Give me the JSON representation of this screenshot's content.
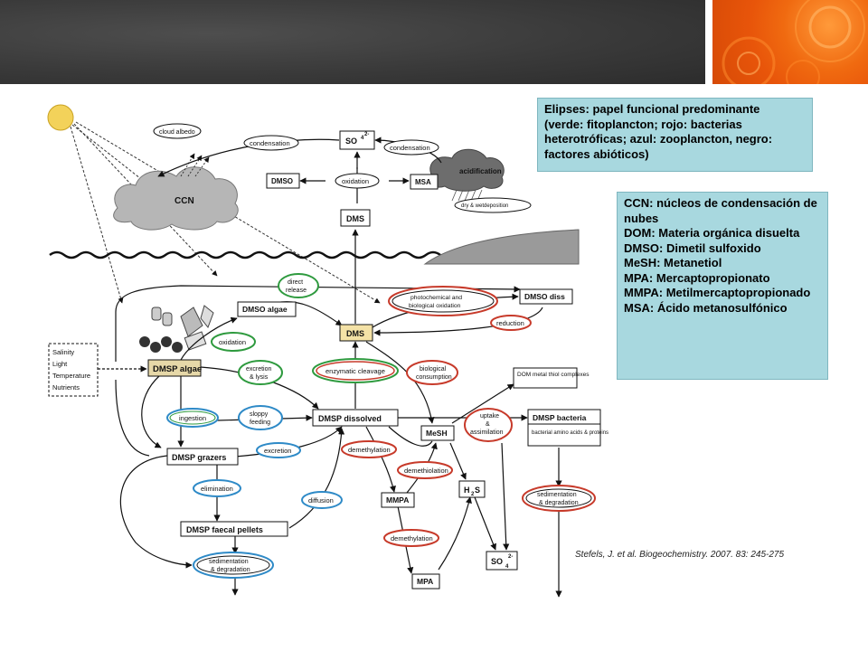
{
  "legend1": {
    "text": "Elipses: papel funcional predominante\n(verde: fitoplancton; rojo: bacterias heterotróficas; azul: zooplancton, negro: factores abióticos)"
  },
  "legend2": {
    "lines": [
      "CCN: núcleos de condensación de nubes",
      "DOM: Materia orgánica disuelta",
      "DMSO: Dimetil sulfoxido",
      "MeSH: Metanetiol",
      "MPA: Mercaptopropionato",
      "MMPA: Metilmercaptopropionado",
      "MSA: Ácido metanosulfónico"
    ]
  },
  "citation": "Stefels, J. et al. Biogeochemistry. 2007. 83: 245-275",
  "diagram": {
    "boxes": {
      "so4_top": "SO",
      "dmso_atm": "DMSO",
      "msa": "MSA",
      "dms_atm": "DMS",
      "dmso_algae": "DMSO algae",
      "dms_water": "DMS",
      "dmso_diss": "DMSO diss",
      "dmsp_algae": "DMSP algae",
      "dmsp_dissolved": "DMSP dissolved",
      "dom_metal": "DOM metal thiol complexes",
      "mesh": "MeSH",
      "dmsp_bacteria": "DMSP bacteria",
      "bacterial_amino": "bacterial amino acids & proteins",
      "dmsp_grazers": "DMSP grazers",
      "mmpa": "MMPA",
      "h2s": "H",
      "dmsp_faecal": "DMSP faecal pellets",
      "mpa": "MPA",
      "so4_bottom": "SO"
    },
    "ellipses": {
      "cloud_albedo": "cloud albedo",
      "condensation_left": "condensation",
      "condensation_right": "condensation",
      "oxidation_atm": "oxidation",
      "acidification": "acidification",
      "dry_wet": "dry & wetdeposition",
      "direct_release": "direct release",
      "photochemical": "photochemical and biological oxidation",
      "reduction": "reduction",
      "oxidation_algae": "oxidation",
      "excretion_lysis": "excretion & lysis",
      "enzymatic": "enzymatic cleavage",
      "biological_consumption": "biological consumption",
      "ingestion": "ingestion",
      "sloppy": "sloppy feeding",
      "uptake": "uptake & assimilation",
      "excretion": "excretion",
      "demethylation1": "demethylation",
      "demethiolation": "demethiolation",
      "elimination": "elimination",
      "diffusion": "diffusion",
      "demethylation2": "demethylation",
      "sedimentation_left": "sedimentation & degradation",
      "sedimentation_right": "sedimentation & degradation"
    },
    "cloud": "CCN",
    "factors": [
      "Salinity",
      "Light",
      "Temperature",
      "Nutrients"
    ]
  }
}
